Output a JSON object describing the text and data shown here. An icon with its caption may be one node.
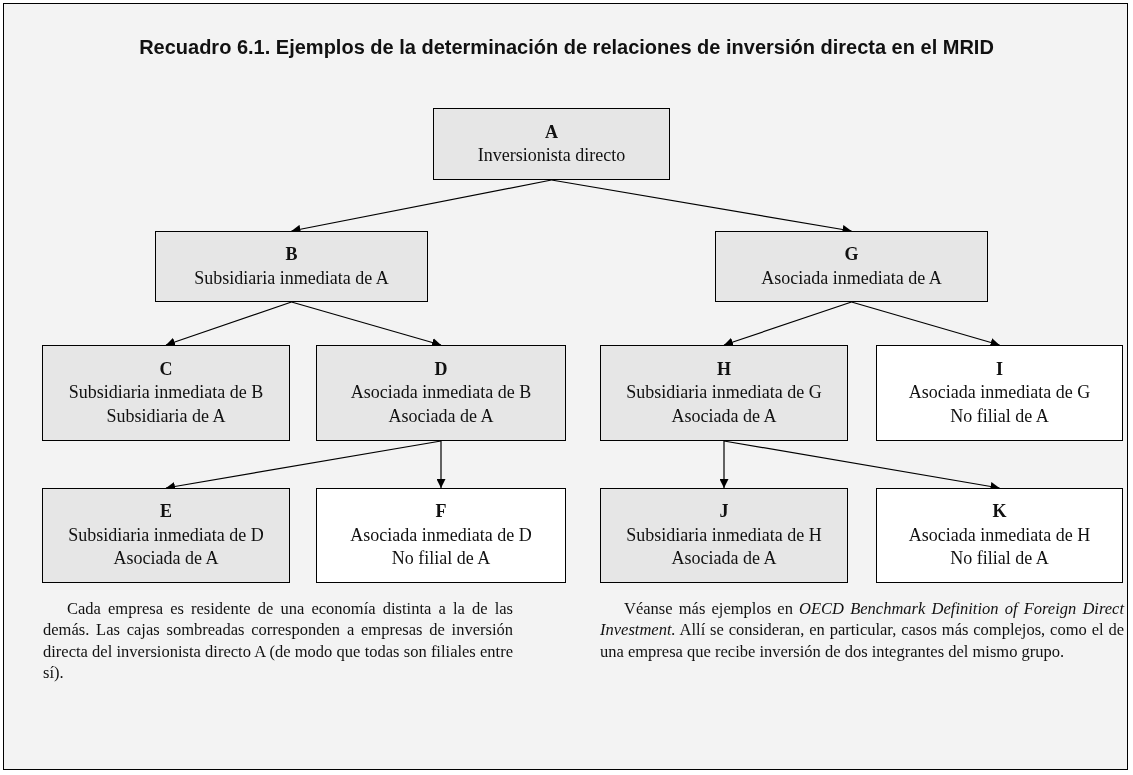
{
  "diagram": {
    "title": "Recuadro 6.1. Ejemplos de la determinación de relaciones de inversión directa en el MRID",
    "nodes": [
      {
        "text": [
          "A",
          "Inversionista directo"
        ]
      },
      {
        "text": [
          "B",
          "Subsidiaria inmediata de A"
        ]
      },
      {
        "text": [
          "G",
          "Asociada inmediata de A"
        ]
      },
      {
        "text": [
          "C",
          "Subsidiaria inmediata de B",
          "Subsidiaria de A"
        ]
      },
      {
        "text": [
          "D",
          "Asociada inmediata de B",
          "Asociada de A"
        ]
      },
      {
        "text": [
          "H",
          "Subsidiaria inmediata de G",
          "Asociada de A"
        ]
      },
      {
        "text": [
          "I",
          "Asociada inmediata de G",
          "No filial de A"
        ]
      },
      {
        "text": [
          "E",
          "Subsidiaria inmediata de D",
          "Asociada de A"
        ]
      },
      {
        "text": [
          "F",
          "Asociada inmediata de D",
          "No filial de A"
        ]
      },
      {
        "text": [
          "J",
          "Subsidiaria inmediata de H",
          "Asociada de A"
        ]
      },
      {
        "text": [
          "K",
          "Asociada inmediata de H",
          "No filial de A"
        ]
      }
    ],
    "edges": [
      {
        "from": 0,
        "to": 1,
        "arrow": "to"
      },
      {
        "from": 0,
        "to": 2,
        "arrow": "to"
      },
      {
        "from": 1,
        "to": 3,
        "arrow": "to"
      },
      {
        "from": 1,
        "to": 4,
        "arrow": "to"
      },
      {
        "from": 2,
        "to": 5,
        "arrow": "to"
      },
      {
        "from": 2,
        "to": 6,
        "arrow": "to"
      },
      {
        "from": 4,
        "to": 7,
        "arrow": "to"
      },
      {
        "from": 4,
        "to": 8,
        "arrow": "to"
      },
      {
        "from": 5,
        "to": 9,
        "arrow": "to"
      },
      {
        "from": 5,
        "to": 10,
        "arrow": "to"
      }
    ],
    "labels": [
      "Cada empresa es residente de una economía distinta a la de las demás. Las cajas sombreadas corresponden a empresas de inversión directa del inversionista directo A (de modo que todas son filiales entre sí).",
      "Véanse más ejemplos en *OECD Benchmark Definition of Foreign Direct Investment.* Allí se consideran, en particular, casos más complejos, como el de una empresa que recibe inversión de dos integrantes del mismo grupo."
    ]
  }
}
